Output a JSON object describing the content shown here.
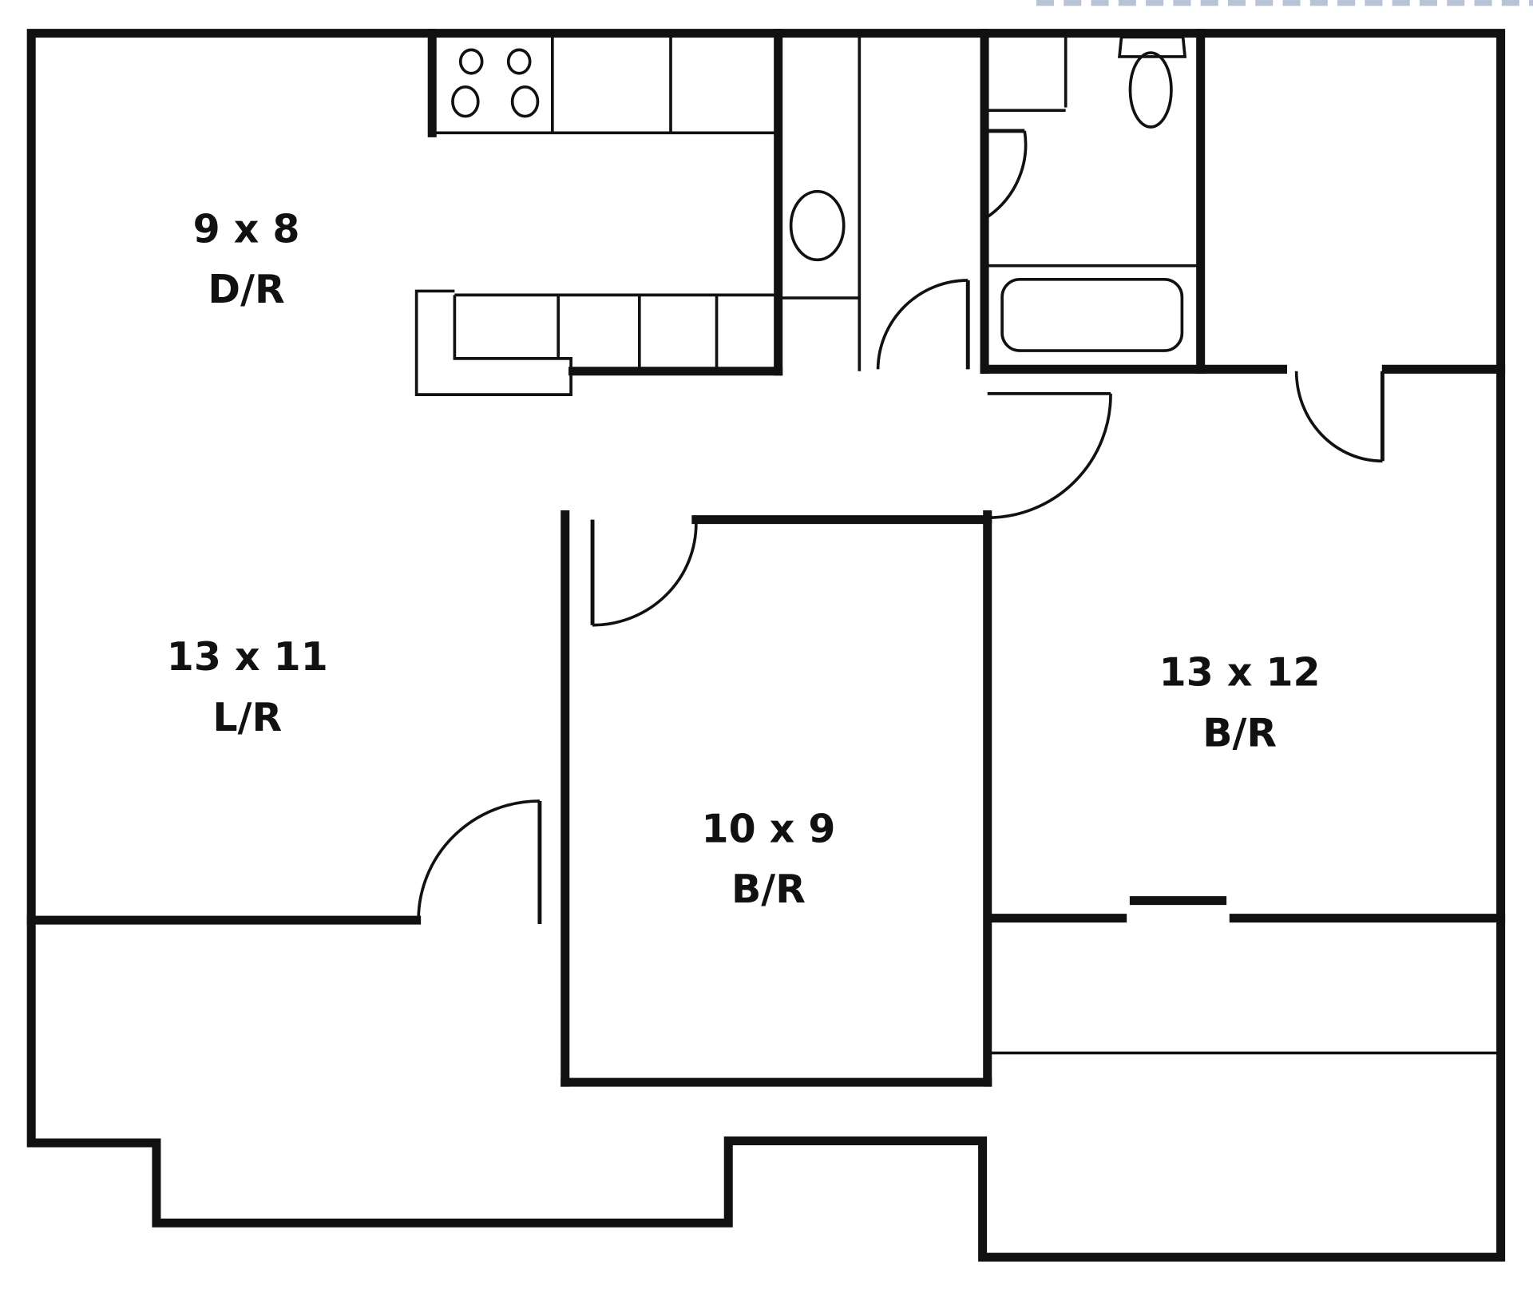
{
  "floor_plan": {
    "rooms": [
      {
        "id": "dining",
        "size": "9 x 8",
        "type": "D/R"
      },
      {
        "id": "living",
        "size": "13 x 11",
        "type": "L/R"
      },
      {
        "id": "bedroom-small",
        "size": "10 x 9",
        "type": "B/R"
      },
      {
        "id": "bedroom-large",
        "size": "13 x 12",
        "type": "B/R"
      }
    ],
    "colors": {
      "walls": "#111111",
      "background": "#ffffff",
      "corner_dash": "#b8c4d6"
    }
  }
}
